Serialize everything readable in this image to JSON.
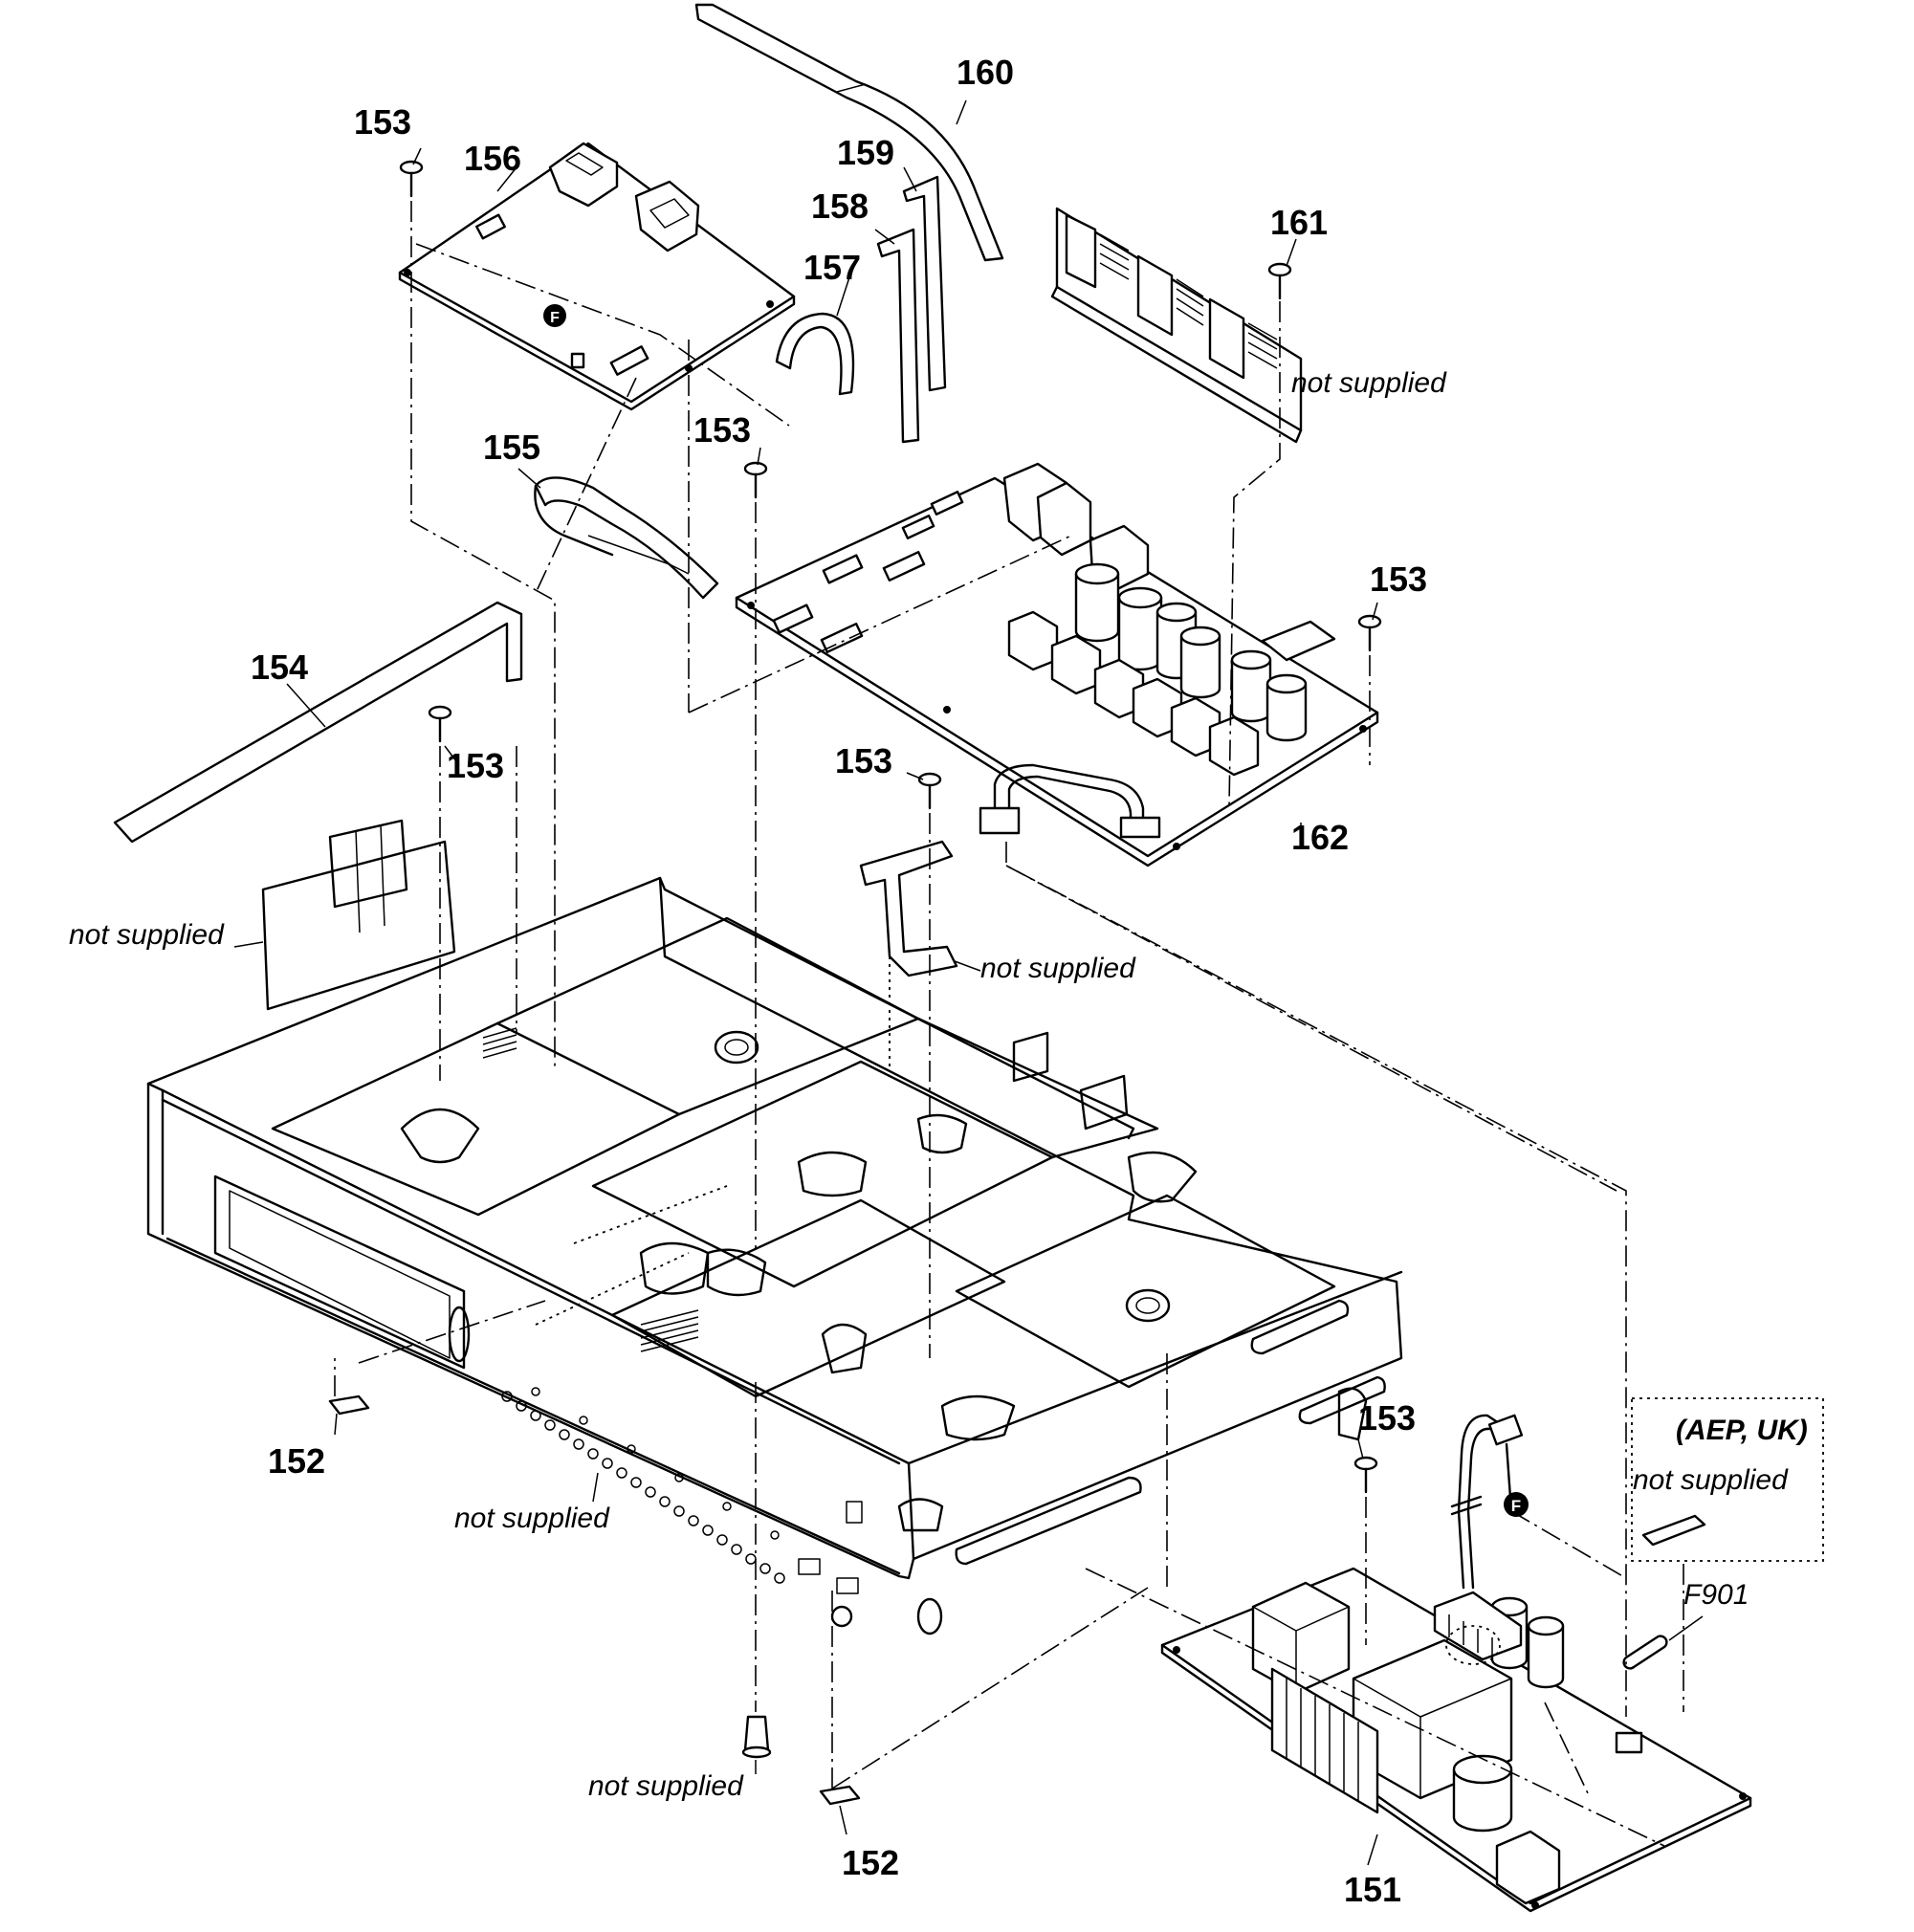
{
  "diagram": {
    "labels": {
      "p151": "151",
      "p152a": "152",
      "p152b": "152",
      "p153a": "153",
      "p153b": "153",
      "p153c": "153",
      "p153d": "153",
      "p153e": "153",
      "p153f": "153",
      "p154": "154",
      "p155": "155",
      "p156": "156",
      "p157": "157",
      "p158": "158",
      "p159": "159",
      "p160": "160",
      "p161": "161",
      "p162": "162",
      "f901": "F901"
    },
    "notes": {
      "ns1": "not supplied",
      "ns2": "not supplied",
      "ns3": "not supplied",
      "ns4": "not supplied",
      "ns5": "not supplied",
      "ns6": "not supplied",
      "region": "(AEP, UK)"
    },
    "markers": {
      "f_top": "F",
      "f_bottom": "F"
    }
  }
}
